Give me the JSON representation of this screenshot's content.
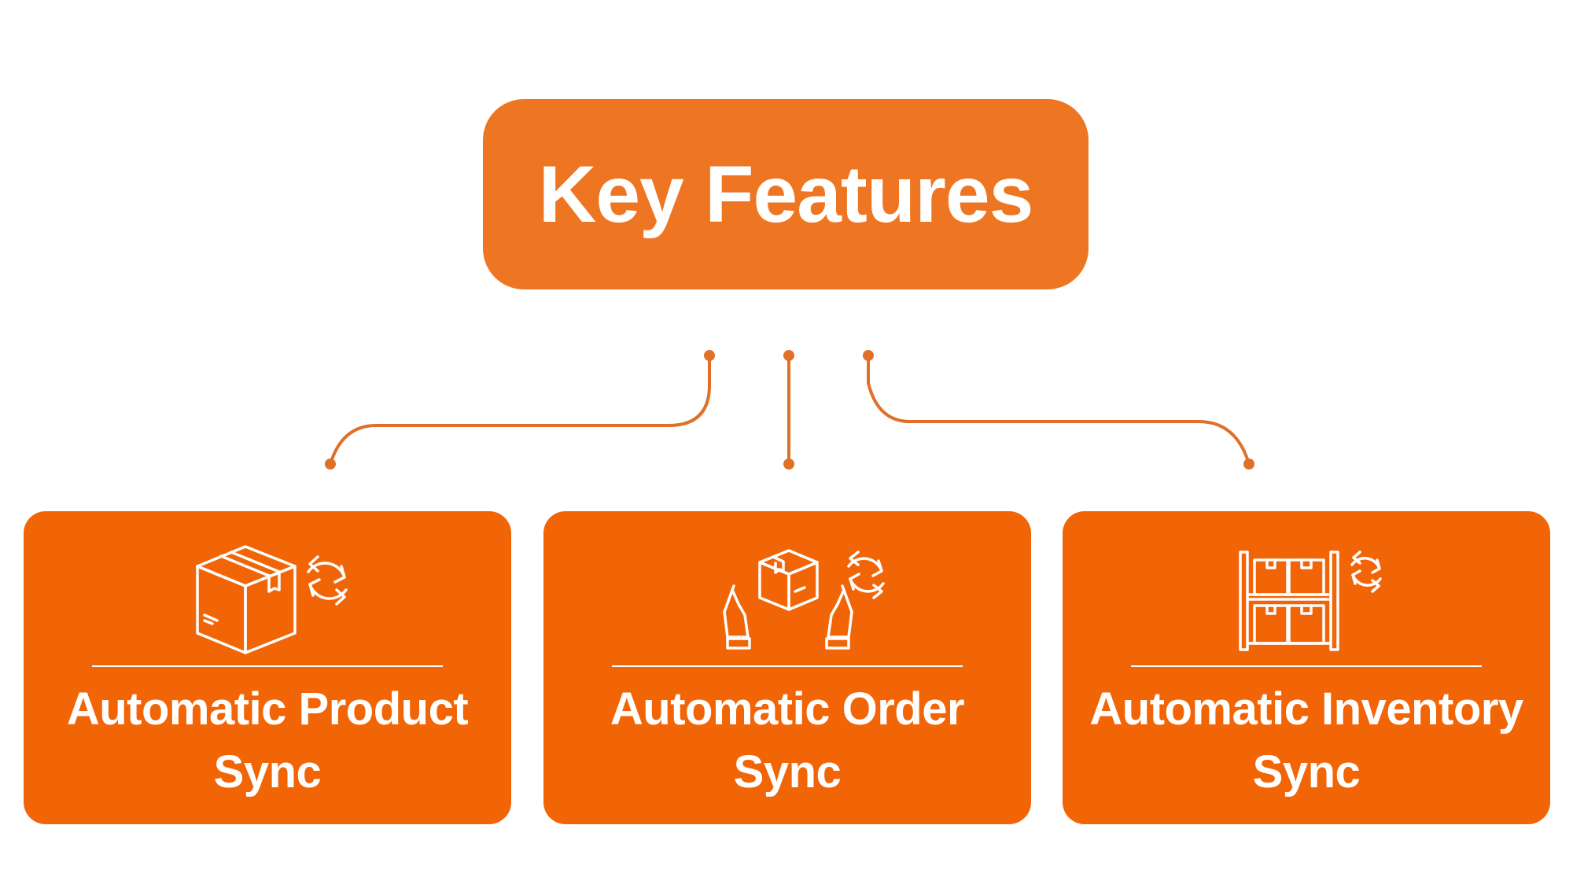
{
  "colors": {
    "header_orange": "#EE7623",
    "card_orange": "#F26507",
    "connector_orange": "#E07028",
    "text_white": "#FFFFFF"
  },
  "header": {
    "title": "Key Features"
  },
  "features": [
    {
      "icon": "box-sync-icon",
      "line1": "Automatic Product",
      "line2": "Sync"
    },
    {
      "icon": "hands-box-sync-icon",
      "line1": "Automatic Order",
      "line2": "Sync"
    },
    {
      "icon": "shelf-sync-icon",
      "line1": "Automatic Inventory",
      "line2": "Sync"
    }
  ]
}
